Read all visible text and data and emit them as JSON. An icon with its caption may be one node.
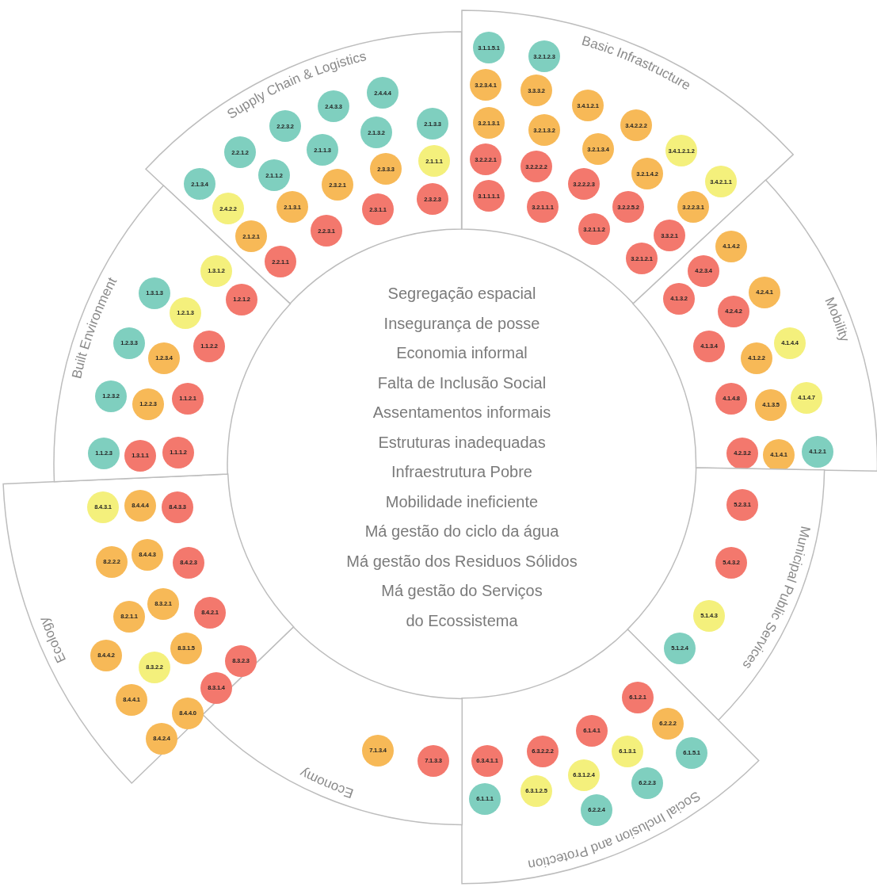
{
  "diagram": {
    "nodes": [
      {
        "text": [
          "Supply Chain & Logistics"
        ]
      },
      {
        "text": [
          "2.4.4.4"
        ],
        "in": 0
      },
      {
        "text": [
          "2.4.3.3"
        ],
        "in": 0
      },
      {
        "text": [
          "2.1.3.3"
        ],
        "in": 0
      },
      {
        "text": [
          "2.2.3.2"
        ],
        "in": 0
      },
      {
        "text": [
          "2.1.3.2"
        ],
        "in": 0
      },
      {
        "text": [
          "2.2.1.2"
        ],
        "in": 0
      },
      {
        "text": [
          "2.1.1.3"
        ],
        "in": 0
      },
      {
        "text": [
          "2.1.1.1"
        ],
        "in": 0
      },
      {
        "text": [
          "2.3.3.3"
        ],
        "in": 0
      },
      {
        "text": [
          "2.1.1.2"
        ],
        "in": 0
      },
      {
        "text": [
          "2.3.2.1"
        ],
        "in": 0
      },
      {
        "text": [
          "2.1.3.4"
        ],
        "in": 0
      },
      {
        "text": [
          "2.4.2.2"
        ],
        "in": 0
      },
      {
        "text": [
          "2.1.3.1"
        ],
        "in": 0
      },
      {
        "text": [
          "2.3.1.1"
        ],
        "in": 0
      },
      {
        "text": [
          "2.3.2.3"
        ],
        "in": 0
      },
      {
        "text": [
          "2.1.2.1"
        ],
        "in": 0
      },
      {
        "text": [
          "2.2.3.1"
        ],
        "in": 0
      },
      {
        "text": [
          "2.2.1.1"
        ],
        "in": 0
      },
      {
        "text": [
          "Basic Infrastructure"
        ]
      },
      {
        "text": [
          "3.1.1.5.1"
        ],
        "in": 20
      },
      {
        "text": [
          "3.2.1.2.3"
        ],
        "in": 20
      },
      {
        "text": [
          "3.2.3.4.1"
        ],
        "in": 20
      },
      {
        "text": [
          "3.3.3.2"
        ],
        "in": 20
      },
      {
        "text": [
          "3.4.1.2.1"
        ],
        "in": 20
      },
      {
        "text": [
          "3.2.1.3.1"
        ],
        "in": 20
      },
      {
        "text": [
          "3.2.1.3.2"
        ],
        "in": 20
      },
      {
        "text": [
          "3.4.2.2.2"
        ],
        "in": 20
      },
      {
        "text": [
          "3.2.1.3.4"
        ],
        "in": 20
      },
      {
        "text": [
          "3.4.1.2.1.2"
        ],
        "in": 20
      },
      {
        "text": [
          "3.2.2.2.1"
        ],
        "in": 20
      },
      {
        "text": [
          "3.2.2.2.2"
        ],
        "in": 20
      },
      {
        "text": [
          "3.2.1.4.2"
        ],
        "in": 20
      },
      {
        "text": [
          "3.2.2.2.3"
        ],
        "in": 20
      },
      {
        "text": [
          "3.4.2.1.1"
        ],
        "in": 20
      },
      {
        "text": [
          "3.1.1.1.1"
        ],
        "in": 20
      },
      {
        "text": [
          "3.2.1.1.1"
        ],
        "in": 20
      },
      {
        "text": [
          "3.2.2.5.2"
        ],
        "in": 20
      },
      {
        "text": [
          "3.2.2.3.1"
        ],
        "in": 20
      },
      {
        "text": [
          "3.2.1.1.2"
        ],
        "in": 20
      },
      {
        "text": [
          "3.3.2.1"
        ],
        "in": 20
      },
      {
        "text": [
          "3.2.1.2.1"
        ],
        "in": 20
      },
      {
        "text": [
          "Mobility"
        ]
      },
      {
        "text": [
          "4.1.4.2"
        ],
        "in": 43
      },
      {
        "text": [
          "4.2.3.4"
        ],
        "in": 43
      },
      {
        "text": [
          "4.1.3.2"
        ],
        "in": 43
      },
      {
        "text": [
          "4.2.4.1"
        ],
        "in": 43
      },
      {
        "text": [
          "4.2.4.2"
        ],
        "in": 43
      },
      {
        "text": [
          "4.1.3.4"
        ],
        "in": 43
      },
      {
        "text": [
          "4.1.4.4"
        ],
        "in": 43
      },
      {
        "text": [
          "4.1.2.2"
        ],
        "in": 43
      },
      {
        "text": [
          "4.1.4.8"
        ],
        "in": 43
      },
      {
        "text": [
          "4.1.3.5"
        ],
        "in": 43
      },
      {
        "text": [
          "4.1.4.7"
        ],
        "in": 43
      },
      {
        "text": [
          "4.2.3.2"
        ],
        "in": 43
      },
      {
        "text": [
          "4.1.4.1"
        ],
        "in": 43
      },
      {
        "text": [
          "4.1.2.1"
        ],
        "in": 43
      },
      {
        "text": [
          "Municipal Public Services"
        ]
      },
      {
        "text": [
          "5.2.3.1"
        ],
        "in": 58
      },
      {
        "text": [
          "5.4.3.2"
        ],
        "in": 58
      },
      {
        "text": [
          "5.1.4.3"
        ],
        "in": 58
      },
      {
        "text": [
          "5.1.2.4"
        ],
        "in": 58
      },
      {
        "text": [
          "Social Inclusion and Protection"
        ]
      },
      {
        "text": [
          "6.1.2.1"
        ],
        "in": 63
      },
      {
        "text": [
          "6.2.2.2"
        ],
        "in": 63
      },
      {
        "text": [
          "6.1.4.1"
        ],
        "in": 63
      },
      {
        "text": [
          "6.3.2.2.2"
        ],
        "in": 63
      },
      {
        "text": [
          "6.3.4.1.1"
        ],
        "in": 63
      },
      {
        "text": [
          "6.1.3.1"
        ],
        "in": 63
      },
      {
        "text": [
          "6.1.5.1"
        ],
        "in": 63
      },
      {
        "text": [
          "6.3.1.2.4"
        ],
        "in": 63
      },
      {
        "text": [
          "6.2.2.3"
        ],
        "in": 63
      },
      {
        "text": [
          "6.3.1.2.5"
        ],
        "in": 63
      },
      {
        "text": [
          "6.1.1.1"
        ],
        "in": 63
      },
      {
        "text": [
          "6.2.2.4"
        ],
        "in": 63
      },
      {
        "text": [
          "Economy"
        ]
      },
      {
        "text": [
          "7.1.3.4"
        ],
        "in": 76
      },
      {
        "text": [
          "7.1.3.3"
        ],
        "in": 76
      },
      {
        "text": [
          "Ecology"
        ]
      },
      {
        "text": [
          "8.4.3.1"
        ],
        "in": 79
      },
      {
        "text": [
          "8.4.4.4"
        ],
        "in": 79
      },
      {
        "text": [
          "8.4.3.3"
        ],
        "in": 79
      },
      {
        "text": [
          "8.2.2.2"
        ],
        "in": 79
      },
      {
        "text": [
          "8.4.4.3"
        ],
        "in": 79
      },
      {
        "text": [
          "8.4.2.3"
        ],
        "in": 79
      },
      {
        "text": [
          "8.3.2.1"
        ],
        "in": 79
      },
      {
        "text": [
          "8.2.1.1"
        ],
        "in": 79
      },
      {
        "text": [
          "8.4.2.1"
        ],
        "in": 79
      },
      {
        "text": [
          "8.3.1.5"
        ],
        "in": 79
      },
      {
        "text": [
          "8.4.4.2"
        ],
        "in": 79
      },
      {
        "text": [
          "8.3.2.2"
        ],
        "in": 79
      },
      {
        "text": [
          "8.3.2.3"
        ],
        "in": 79
      },
      {
        "text": [
          "8.3.1.4"
        ],
        "in": 79
      },
      {
        "text": [
          "8.4.4.1"
        ],
        "in": 79
      },
      {
        "text": [
          "8.4.4.0"
        ],
        "in": 79
      },
      {
        "text": [
          "8.4.2.4"
        ],
        "in": 79
      },
      {
        "text": [
          "Built Environment"
        ]
      },
      {
        "text": [
          "1.3.1.2"
        ],
        "in": 97
      },
      {
        "text": [
          "1.3.1.3"
        ],
        "in": 97
      },
      {
        "text": [
          "1.2.1.2"
        ],
        "in": 97
      },
      {
        "text": [
          "1.2.1.3"
        ],
        "in": 97
      },
      {
        "text": [
          "1.2.3.3"
        ],
        "in": 97
      },
      {
        "text": [
          "1.1.2.2"
        ],
        "in": 97
      },
      {
        "text": [
          "1.2.3.4"
        ],
        "in": 97
      },
      {
        "text": [
          "1.2.3.2"
        ],
        "in": 97
      },
      {
        "text": [
          "1.2.2.3"
        ],
        "in": 97
      },
      {
        "text": [
          "1.1.2.1"
        ],
        "in": 97
      },
      {
        "text": [
          "1.1.2.3"
        ],
        "in": 97
      },
      {
        "text": [
          "1.3.1.1"
        ],
        "in": 97
      },
      {
        "text": [
          "1.1.1.2"
        ],
        "in": 97
      }
    ],
    "edges": [],
    "labels": [
      "Segregação espacial",
      "Insegurança de posse",
      "Economia informal",
      "Falta de Inclusão Social",
      "Assentamentos informais",
      "Estruturas inadequadas",
      "Infraestrutura Pobre",
      "Mobilidade ineficiente",
      "Má gestão do ciclo da água",
      "Má gestão dos Residuos Sólidos",
      "Má gestão do Serviços do Ecossistema"
    ]
  }
}
